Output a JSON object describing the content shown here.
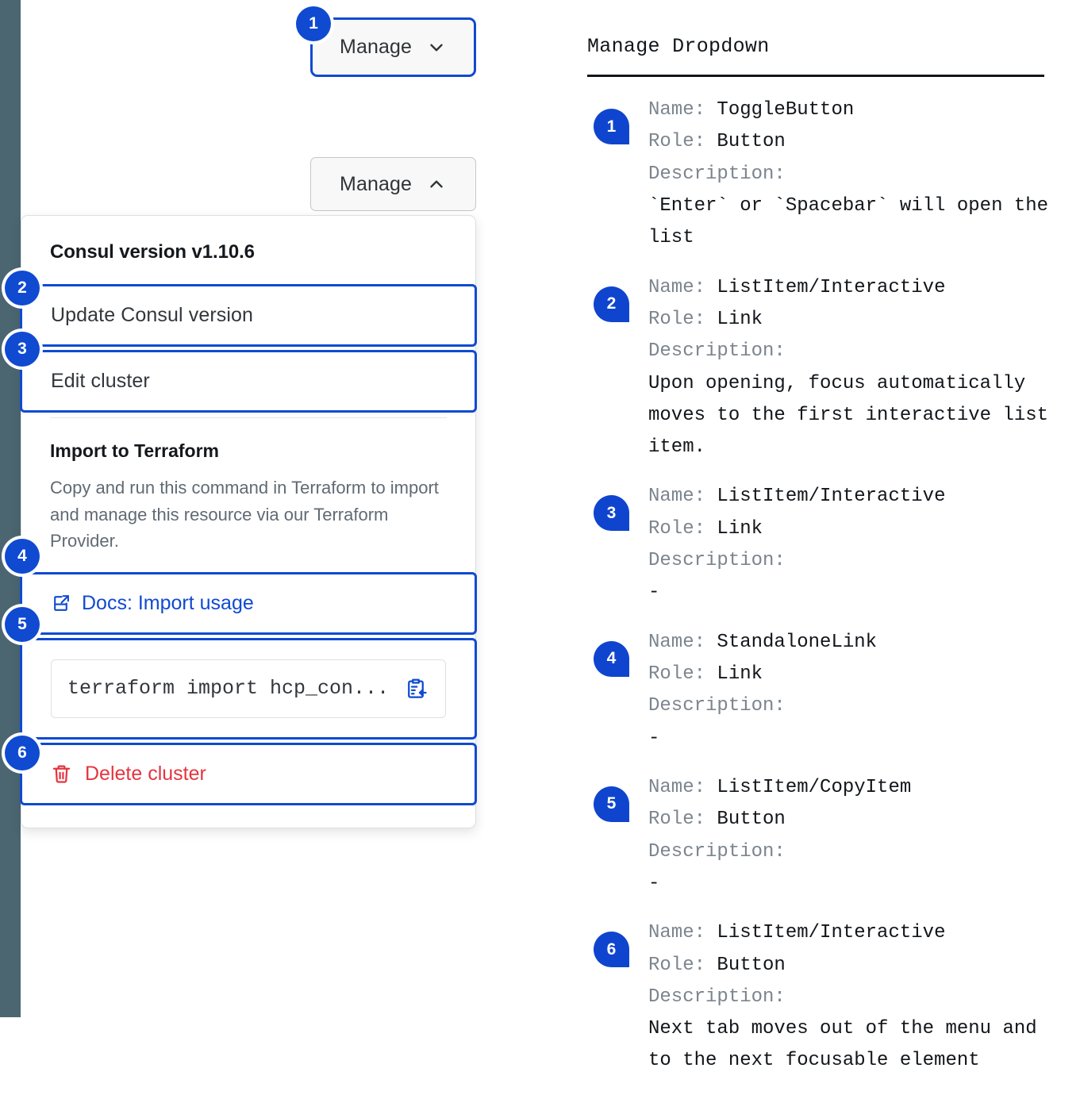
{
  "left_strip": {
    "color": "#4b6671"
  },
  "accent": {
    "blue": "#0f4ad1",
    "badge_blue": "#0f45ce",
    "danger_red": "#e5353f"
  },
  "mock": {
    "toggle_closed": {
      "label": "Manage",
      "chevron": "chevron-down-icon",
      "badge": "1"
    },
    "toggle_open": {
      "label": "Manage",
      "chevron": "chevron-up-icon"
    },
    "dropdown": {
      "heading": "Consul version v1.10.6",
      "items": [
        {
          "badge": "2",
          "label": "Update Consul version"
        },
        {
          "badge": "3",
          "label": "Edit cluster"
        }
      ],
      "terraform": {
        "title": "Import to Terraform",
        "description": "Copy and run this command in Terraform to import and manage this resource via our Terraform Provider.",
        "docs_badge": "4",
        "docs_icon": "docs-external-link-icon",
        "docs_label": "Docs: Import usage",
        "copy_badge": "5",
        "copy_value": "terraform import hcp_con...",
        "copy_icon": "clipboard-copy-icon"
      },
      "danger": {
        "badge": "6",
        "icon": "trash-icon",
        "label": "Delete cluster"
      }
    }
  },
  "annotations": {
    "title": "Manage Dropdown",
    "labels": {
      "name": "Name:",
      "role": "Role:",
      "description": "Description:"
    },
    "items": [
      {
        "badge": "1",
        "name": "ToggleButton",
        "role": "Button",
        "description": "`Enter` or `Spacebar` will open the list"
      },
      {
        "badge": "2",
        "name": "ListItem/Interactive",
        "role": "Link",
        "description": "Upon opening, focus automatically moves to the first interactive list item."
      },
      {
        "badge": "3",
        "name": "ListItem/Interactive",
        "role": "Link",
        "description": "-"
      },
      {
        "badge": "4",
        "name": "StandaloneLink",
        "role": "Link",
        "description": "-"
      },
      {
        "badge": "5",
        "name": "ListItem/CopyItem",
        "role": "Button",
        "description": "-"
      },
      {
        "badge": "6",
        "name": "ListItem/Interactive",
        "role": "Button",
        "description": "Next tab moves out of the menu and to the next focusable element"
      }
    ]
  }
}
